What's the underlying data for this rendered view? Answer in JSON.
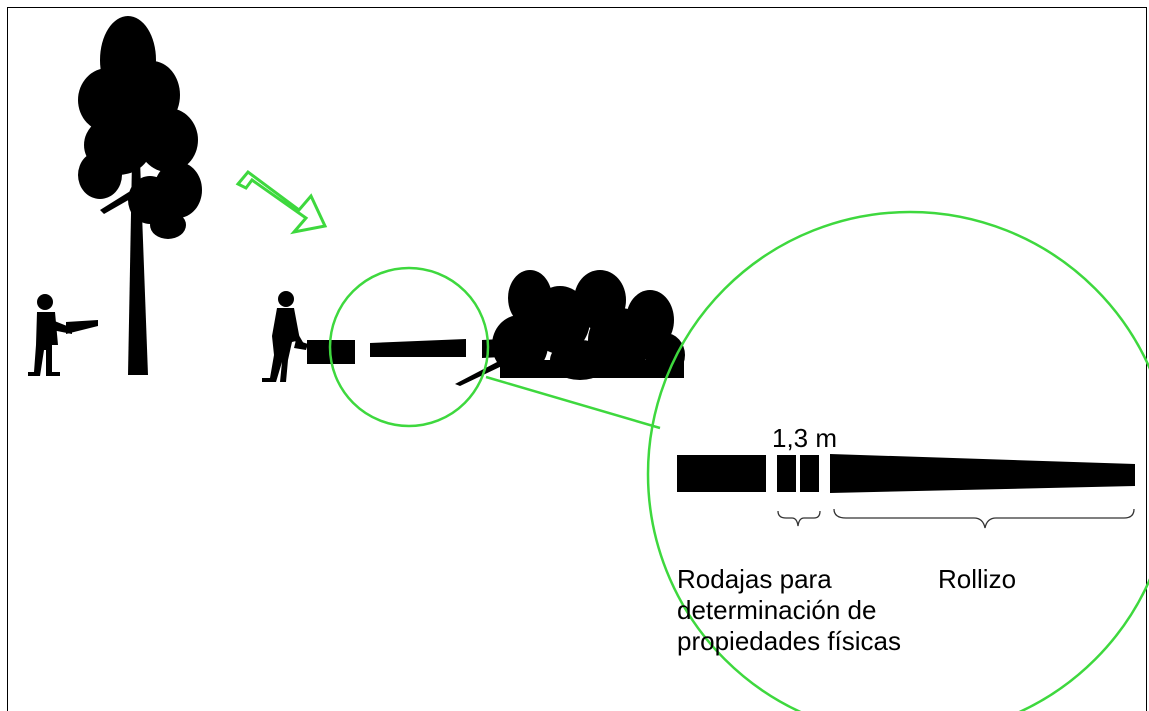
{
  "diagram": {
    "length_label": "1,3 m",
    "slices_label": [
      "Rodajas para",
      "determinación de",
      "propiedades físicas"
    ],
    "log_label": "Rollizo",
    "colors": {
      "accent": "#3ed83e",
      "silhouette": "#000000",
      "background": "#ffffff"
    },
    "icons": [
      "standing-tree-icon",
      "lumberjack-icon",
      "felled-tree-icon",
      "arrow-icon",
      "zoom-circle-icon",
      "brace-icon"
    ]
  }
}
